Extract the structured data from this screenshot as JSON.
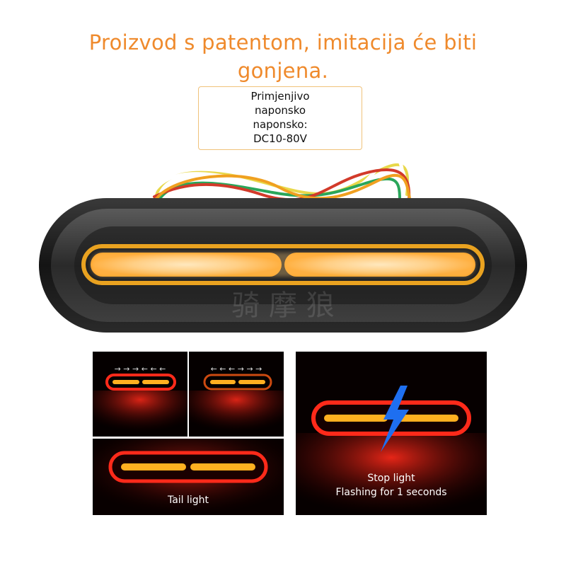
{
  "headline": {
    "line1": "Proizvod s patentom, imitacija će biti",
    "line2": "gonjena."
  },
  "voltage_box": {
    "lines": [
      "Primjenjivo",
      "naponsko",
      "naponsko:",
      "DC10-80V"
    ]
  },
  "watermark": "骑 摩 狼",
  "panels": {
    "sequential_left": {
      "arrows": "→ → →    ← ← ←"
    },
    "sequential_right": {
      "arrows": "← ← ←  → → →"
    },
    "tail": {
      "caption": "Tail light"
    },
    "stop": {
      "caption_line1": "Stop light",
      "caption_line2": "Flashing for 1 seconds"
    }
  },
  "colors": {
    "headline_orange": "#ef8a2c",
    "box_border": "#f0c27a",
    "amber_light": "#ffb020",
    "red_light": "#ff2a1a",
    "lightning_blue": "#1e6ff0"
  }
}
